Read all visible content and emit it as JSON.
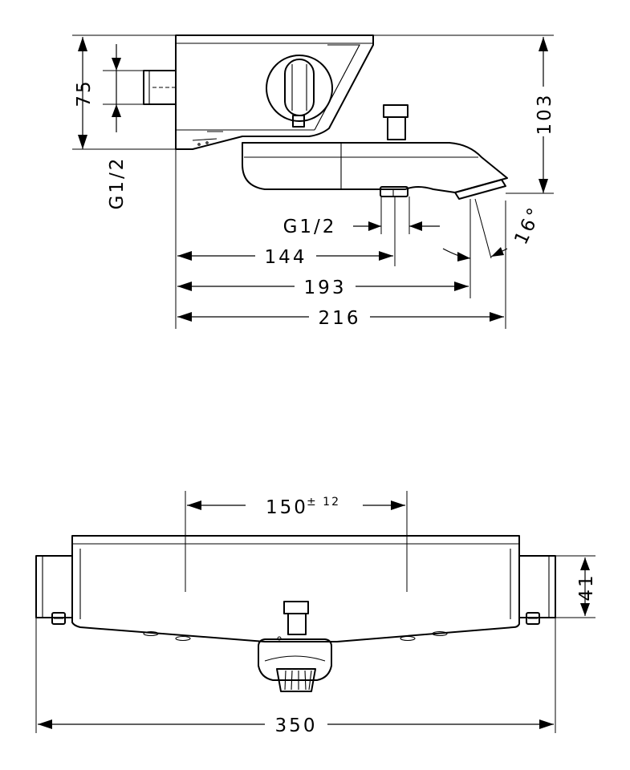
{
  "diagram": {
    "line_color": "#000000",
    "background": "#ffffff",
    "side_view": {
      "dim_75": "75",
      "dim_g12_inlet": "G1/2",
      "dim_103": "103",
      "dim_g12_outlet": "G1/2",
      "dim_16deg": "16°",
      "dim_144": "144",
      "dim_193": "193",
      "dim_216": "216"
    },
    "front_view": {
      "dim_150": "150",
      "dim_150_tolerance": "± 12",
      "dim_41": "41",
      "dim_350": "350"
    }
  }
}
